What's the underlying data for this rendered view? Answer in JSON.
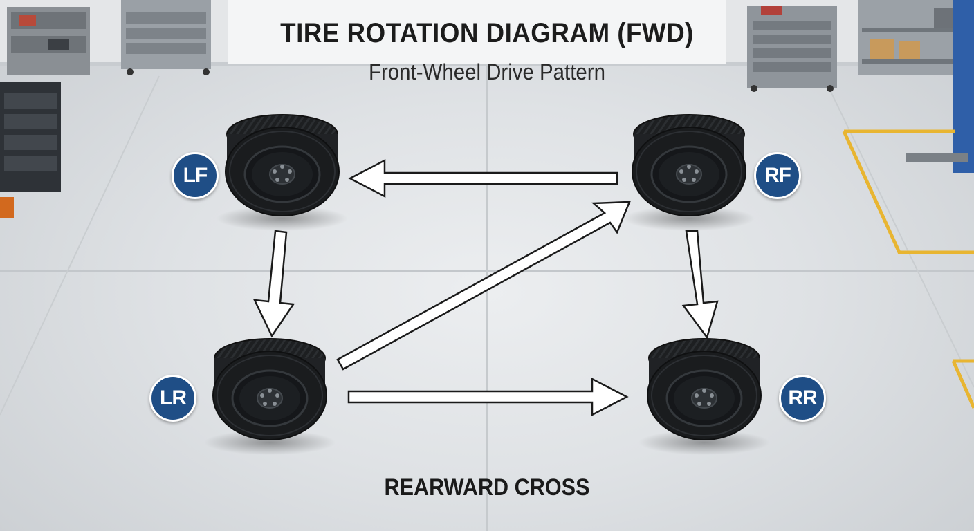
{
  "diagram": {
    "title": "TIRE ROTATION DIAGRAM (FWD)",
    "subtitle": "Front-Wheel Drive Pattern",
    "pattern_name": "REARWARD CROSS"
  },
  "positions": {
    "lf": "LF",
    "rf": "RF",
    "lr": "LR",
    "rr": "RR"
  },
  "moves": [
    {
      "from": "LF",
      "to": "LR"
    },
    {
      "from": "RF",
      "to": "RR"
    },
    {
      "from": "RF",
      "to": "LF"
    },
    {
      "from": "LR",
      "to": "RF"
    },
    {
      "from": "LR",
      "to": "RR"
    }
  ],
  "colors": {
    "badge": "#1f4e86",
    "arrow_fill": "#ffffff",
    "arrow_stroke": "#1a1a1a",
    "floor_stripe": "#e8b531"
  }
}
